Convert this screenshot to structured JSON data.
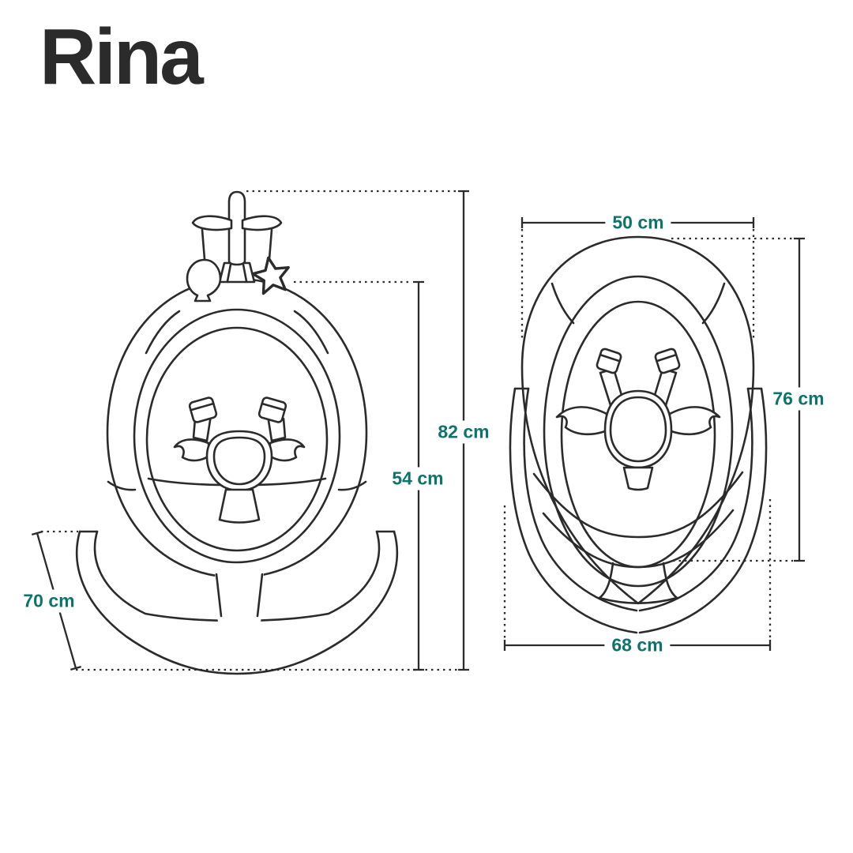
{
  "title": "Rina",
  "colors": {
    "background": "#ffffff",
    "line_ink": "#2b2b2b",
    "dimension_text": "#0d746b"
  },
  "views": {
    "front": {
      "name": "swing with mobile - front view",
      "dimensions": {
        "total_height": "82 cm",
        "seat_height": "54 cm",
        "base_depth": "70 cm"
      }
    },
    "top": {
      "name": "rocker seat - top view",
      "dimensions": {
        "seat_width": "50 cm",
        "seat_length": "76 cm",
        "base_width": "68 cm"
      }
    }
  }
}
